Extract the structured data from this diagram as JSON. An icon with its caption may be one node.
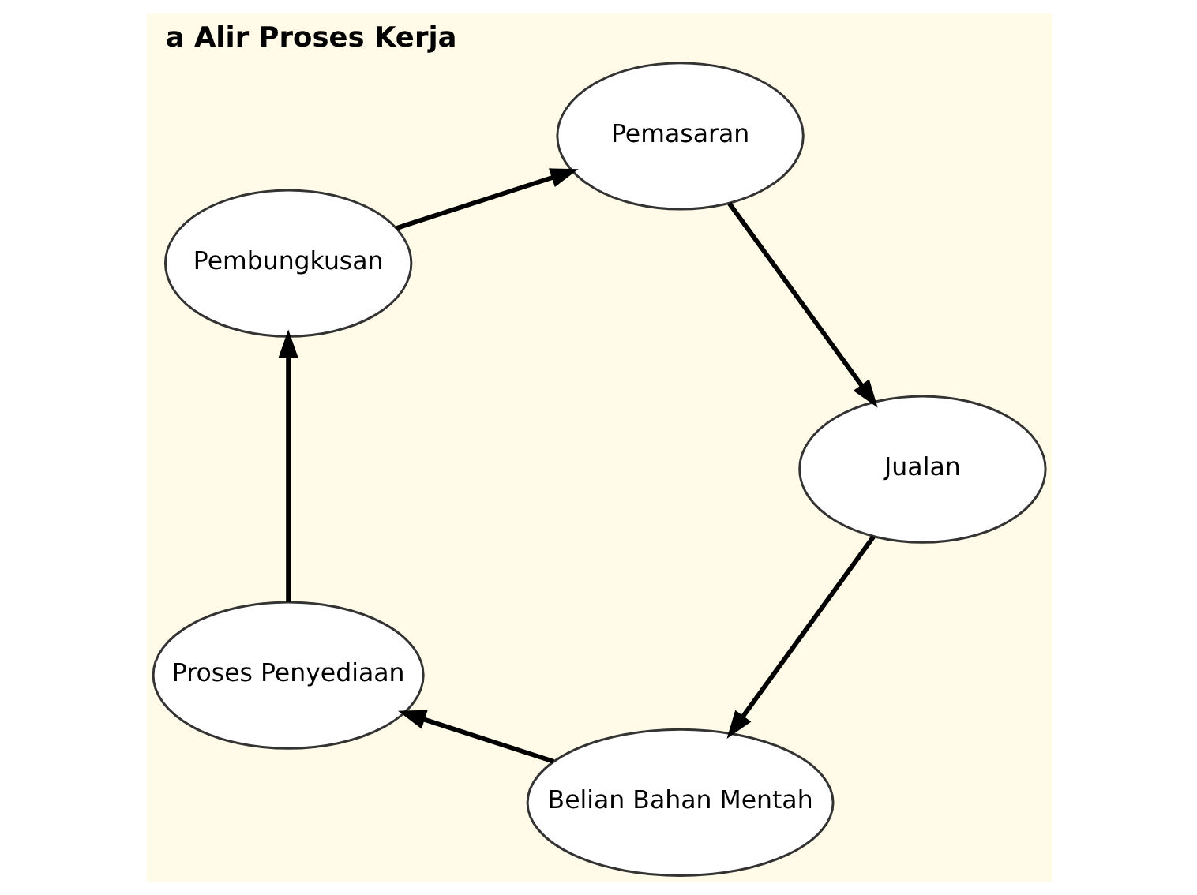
{
  "diagram": {
    "title": "a Alir Proses Kerja",
    "nodes": [
      {
        "text": [
          "Belian Bahan Mentah"
        ]
      },
      {
        "text": [
          "Proses Penyediaan"
        ]
      },
      {
        "text": [
          "Pembungkusan"
        ]
      },
      {
        "text": [
          "Pemasaran"
        ]
      },
      {
        "text": [
          "Jualan"
        ]
      }
    ],
    "edges": [
      {
        "from": 0,
        "to": 1,
        "arrow": "to"
      },
      {
        "from": 1,
        "to": 2,
        "arrow": "to"
      },
      {
        "from": 2,
        "to": 3,
        "arrow": "to"
      },
      {
        "from": 3,
        "to": 4,
        "arrow": "to"
      },
      {
        "from": 4,
        "to": 0,
        "arrow": "to"
      }
    ]
  }
}
